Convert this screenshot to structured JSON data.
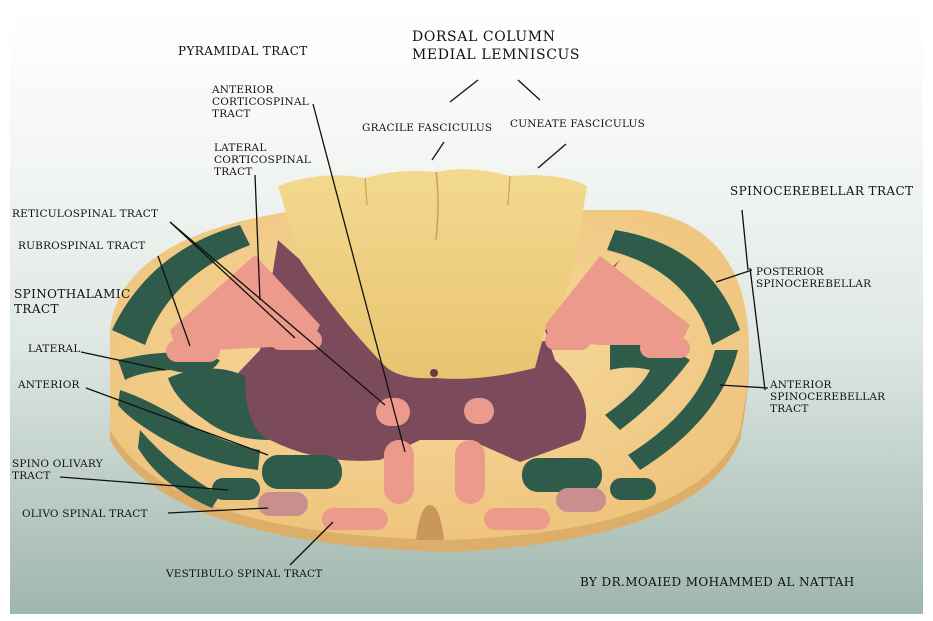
{
  "labels": {
    "dorsal_column_line1": "DORSAL COLUMN",
    "dorsal_column_line2": "MEDIAL LEMNISCUS",
    "pyramidal_tract": "PYRAMIDAL TRACT",
    "anterior_corticospinal": "ANTERIOR\nCORTICOSPINAL\nTRACT",
    "lateral_corticospinal": "LATERAL\nCORTICOSPINAL\nTRACT",
    "gracile_fasciculus": "GRACILE FASCICULUS",
    "cuneate_fasciculus": "CUNEATE FASCICULUS",
    "spinocerebellar_tract": "SPINOCEREBELLAR TRACT",
    "posterior_spinocerebellar": "POSTERIOR\nSPINOCEREBELLAR",
    "anterior_spinocerebellar": "ANTERIOR\nSPINOCEREBELLAR\nTRACT",
    "reticulospinal_tract": "RETICULOSPINAL TRACT",
    "rubrospinal_tract": "RUBROSPINAL TRACT",
    "spinothalamic_tract": "SPINOTHALAMIC\nTRACT",
    "lateral": "LATERAL",
    "anterior": "ANTERIOR",
    "spino_olivary_tract": "SPINO OLIVARY\nTRACT",
    "olivo_spinal_tract": "OLIVO SPINAL TRACT",
    "vestibulo_spinal_tract": "VESTIBULO SPINAL TRACT",
    "credit": "BY DR.MOAIED MOHAMMED AL NATTAH"
  },
  "colors": {
    "white_matter": "#f3cf8a",
    "dorsal_column": "#f1d283",
    "grey_matter": "#7a4a5a",
    "green_tracts": "#2f5b4b",
    "pink_tracts": "#ec9a8c",
    "mauve_tract": "#c98f8f"
  }
}
